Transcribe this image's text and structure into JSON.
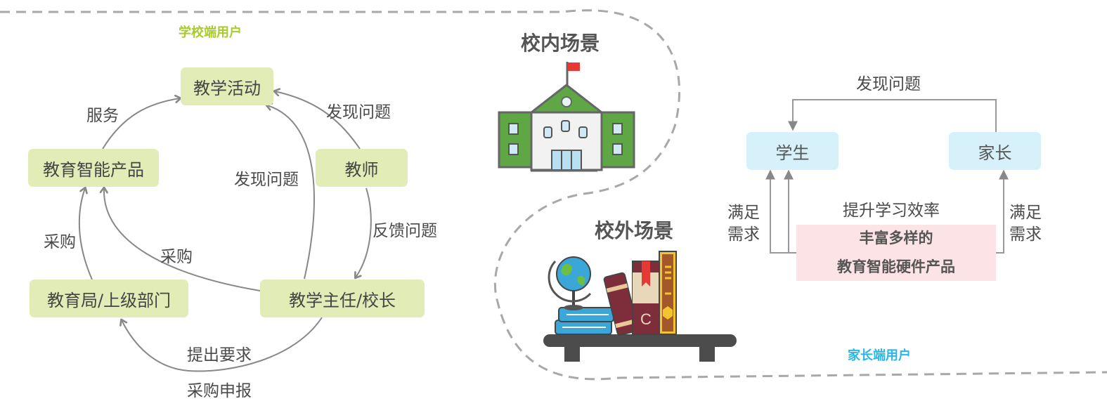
{
  "colors": {
    "green_box": "#e2ecb7",
    "blue_box": "#d6f1f9",
    "pink_box": "#fbe3e6",
    "school_accent": "#a8cc2e",
    "parent_accent": "#2ab6e6",
    "connector": "#888888",
    "divider": "#a8a8a8"
  },
  "school": {
    "title": "学校端用户",
    "nodes": {
      "teaching_activity": "教学活动",
      "edu_product": "教育智能产品",
      "teacher": "教师",
      "bureau": "教育局/上级部门",
      "director": "教学主任/校长"
    },
    "edges": {
      "service": "服务",
      "discover_from_teacher": "发现问题",
      "discover_from_director": "发现问题",
      "feedback": "反馈问题",
      "purchase_director": "采购",
      "purchase_bureau": "采购",
      "propose": "提出要求",
      "purchase_report": "采购申报"
    }
  },
  "scenes": {
    "inside": "校内场景",
    "outside": "校外场景"
  },
  "parent": {
    "title": "家长端用户",
    "top_label": "发现问题",
    "student": "学生",
    "parent": "家长",
    "improve": "提升学习效率",
    "satisfy_left": [
      "满足",
      "需求"
    ],
    "satisfy_right": [
      "满足",
      "需求"
    ],
    "product_lines": [
      "丰富多样的",
      "教育智能硬件产品"
    ]
  },
  "icons": [
    "school-building-icon",
    "books-globe-shelf-icon"
  ]
}
